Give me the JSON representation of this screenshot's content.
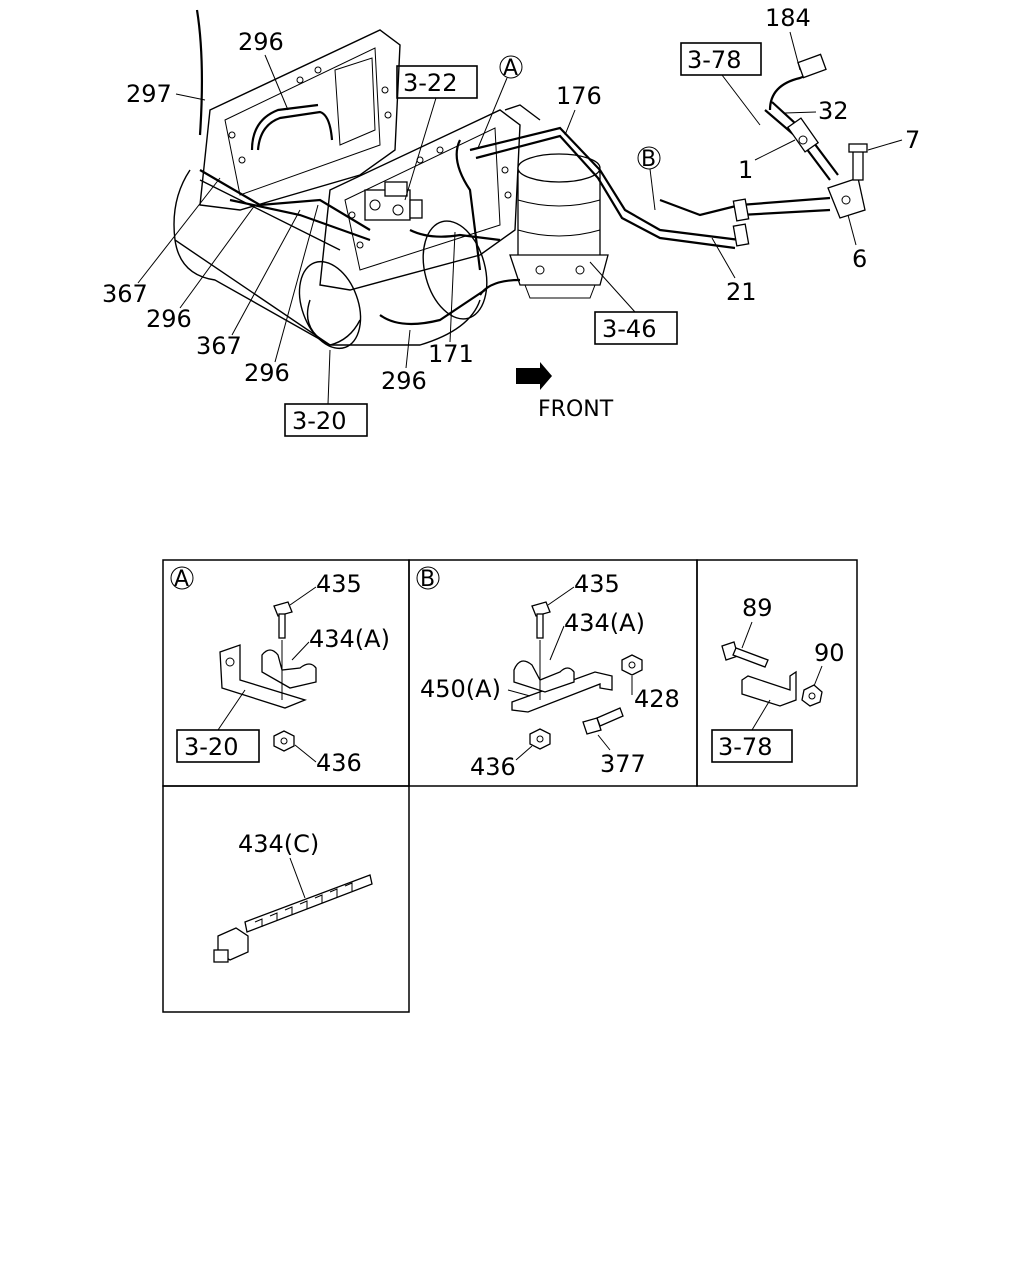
{
  "diagram": {
    "front_label": "FRONT",
    "callouts": {
      "a": "A",
      "b": "B"
    },
    "main_labels": {
      "l297": "297",
      "l296_top": "296",
      "l176": "176",
      "l184": "184",
      "l32": "32",
      "l7": "7",
      "l1": "1",
      "l6": "6",
      "l21": "21",
      "l367_a": "367",
      "l296_b": "296",
      "l367_b": "367",
      "l296_c": "296",
      "l171": "171",
      "l296_d": "296"
    },
    "ref_boxes": {
      "r3_22": "3-22",
      "r3_78_top": "3-78",
      "r3_46": "3-46",
      "r3_20_top": "3-20"
    },
    "detail_a": {
      "title": "A",
      "l435": "435",
      "l434a": "434(A)",
      "ref": "3-20",
      "l436": "436"
    },
    "detail_b": {
      "title": "B",
      "l435": "435",
      "l434a": "434(A)",
      "l450a": "450(A)",
      "l428": "428",
      "l436": "436",
      "l377": "377"
    },
    "detail_c": {
      "l89": "89",
      "l90": "90",
      "ref": "3-78"
    },
    "detail_d": {
      "l434c": "434(C)"
    }
  }
}
